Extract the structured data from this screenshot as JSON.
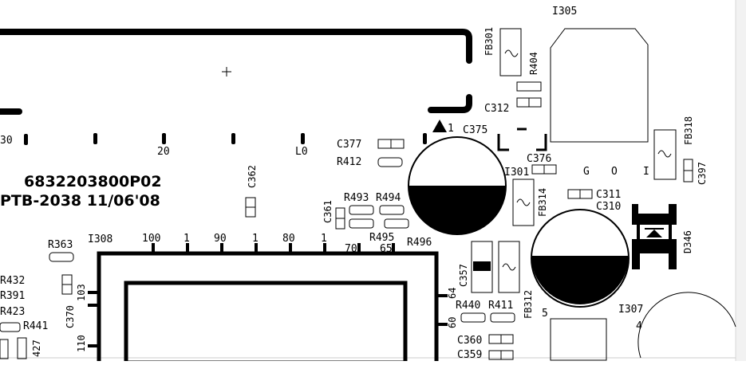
{
  "board": {
    "part_number": "6832203800P02",
    "board_date": "PTB-2038  11/06'08"
  },
  "ic_main": {
    "ref": "I308",
    "pin_labels_top": [
      "100",
      "1",
      "90",
      "1",
      "80",
      "1",
      "70",
      "65"
    ],
    "pin_labels_left": [
      "103",
      "110"
    ],
    "pin_labels_right": [
      "64",
      "60"
    ]
  },
  "upper_row": {
    "pin_labels": [
      "30",
      "20",
      "L0"
    ],
    "pin1_label": "1"
  },
  "refs": {
    "i305": "I305",
    "fb301": "FB301",
    "r404": "R404",
    "c312": "C312",
    "c375": "C375",
    "c377": "C377",
    "r412": "R412",
    "c362": "C362",
    "i301": "I301",
    "c376": "C376",
    "gate_labels": [
      "G",
      "O",
      "I"
    ],
    "fb318": "FB318",
    "c397": "C397",
    "fb314": "FB314",
    "c311": "C311",
    "c310": "C310",
    "d346": "D346",
    "r493": "R493",
    "r494": "R494",
    "c361": "C361",
    "r495": "R495",
    "r496": "R496",
    "r363": "R363",
    "r432": "R432",
    "r391": "R391",
    "r423": "R423",
    "r441": "R441",
    "c370": "C370",
    "r427": "427",
    "c357": "C357",
    "fb312": "FB312",
    "r440": "R440",
    "r411": "R411",
    "c360": "C360",
    "c359": "C359",
    "i307": "I307",
    "pin5": "5",
    "pin4": "4"
  },
  "colors": {
    "board": "#ffffff",
    "silkscreen": "#000000",
    "edge": "#d8d8d8"
  }
}
